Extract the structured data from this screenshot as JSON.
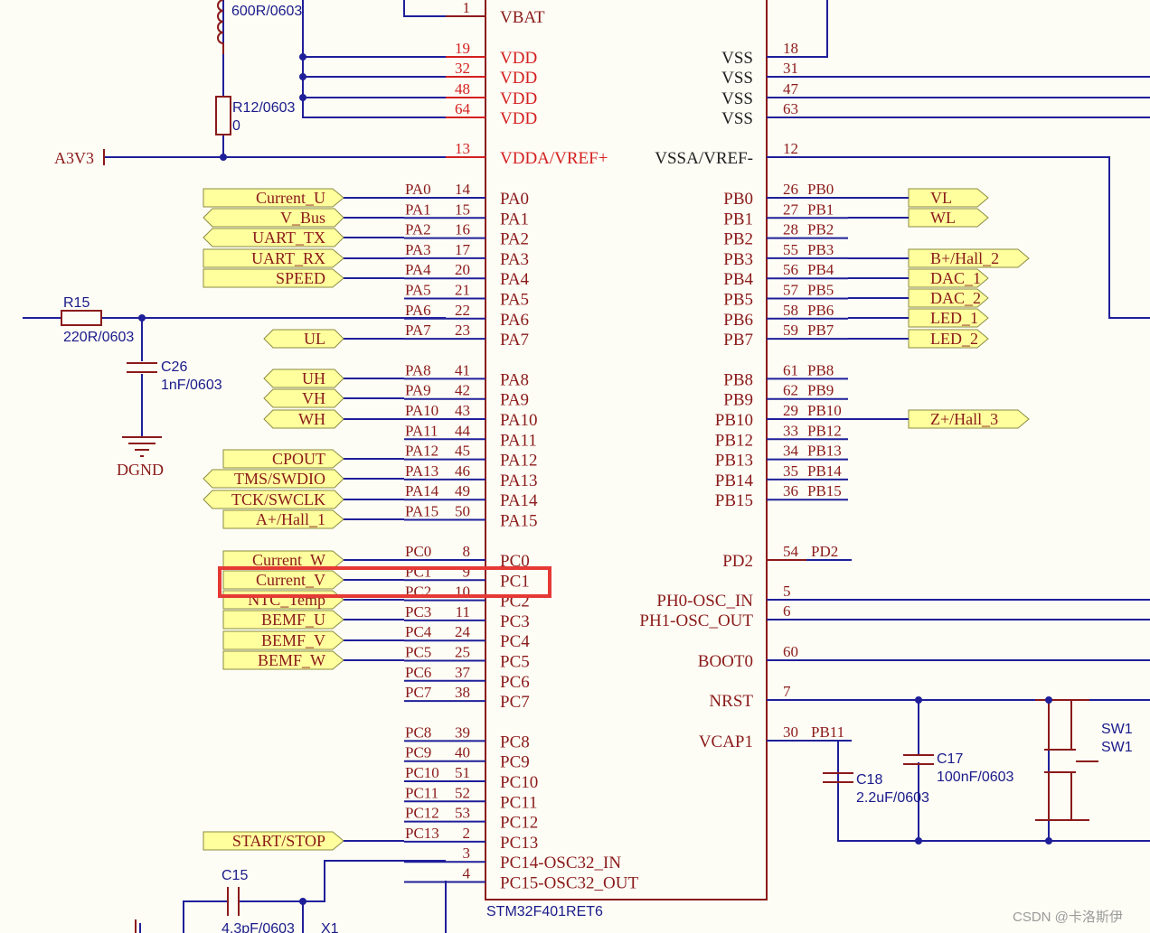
{
  "chip": {
    "name": "STM32F401RET6",
    "power_left": [
      {
        "num": "1",
        "name": "VBAT"
      },
      {
        "num": "19",
        "name": "VDD"
      },
      {
        "num": "32",
        "name": "VDD"
      },
      {
        "num": "48",
        "name": "VDD"
      },
      {
        "num": "64",
        "name": "VDD"
      },
      {
        "num": "13",
        "name": "VDDA/VREF+"
      }
    ],
    "power_right": [
      {
        "num": "18",
        "name": "VSS"
      },
      {
        "num": "31",
        "name": "VSS"
      },
      {
        "num": "47",
        "name": "VSS"
      },
      {
        "num": "63",
        "name": "VSS"
      },
      {
        "num": "12",
        "name": "VSSA/VREF-"
      }
    ],
    "pa_pins": [
      {
        "net": "PA0",
        "num": "14",
        "name": "PA0"
      },
      {
        "net": "PA1",
        "num": "15",
        "name": "PA1"
      },
      {
        "net": "PA2",
        "num": "16",
        "name": "PA2"
      },
      {
        "net": "PA3",
        "num": "17",
        "name": "PA3"
      },
      {
        "net": "PA4",
        "num": "20",
        "name": "PA4"
      },
      {
        "net": "PA5",
        "num": "21",
        "name": "PA5"
      },
      {
        "net": "PA6",
        "num": "22",
        "name": "PA6"
      },
      {
        "net": "PA7",
        "num": "23",
        "name": "PA7"
      },
      {
        "net": "PA8",
        "num": "41",
        "name": "PA8"
      },
      {
        "net": "PA9",
        "num": "42",
        "name": "PA9"
      },
      {
        "net": "PA10",
        "num": "43",
        "name": "PA10"
      },
      {
        "net": "PA11",
        "num": "44",
        "name": "PA11"
      },
      {
        "net": "PA12",
        "num": "45",
        "name": "PA12"
      },
      {
        "net": "PA13",
        "num": "46",
        "name": "PA13"
      },
      {
        "net": "PA14",
        "num": "49",
        "name": "PA14"
      },
      {
        "net": "PA15",
        "num": "50",
        "name": "PA15"
      }
    ],
    "pc_pins": [
      {
        "net": "PC0",
        "num": "8",
        "name": "PC0"
      },
      {
        "net": "PC1",
        "num": "9",
        "name": "PC1"
      },
      {
        "net": "PC2",
        "num": "10",
        "name": "PC2"
      },
      {
        "net": "PC3",
        "num": "11",
        "name": "PC3"
      },
      {
        "net": "PC4",
        "num": "24",
        "name": "PC4"
      },
      {
        "net": "PC5",
        "num": "25",
        "name": "PC5"
      },
      {
        "net": "PC6",
        "num": "37",
        "name": "PC6"
      },
      {
        "net": "PC7",
        "num": "38",
        "name": "PC7"
      },
      {
        "net": "PC8",
        "num": "39",
        "name": "PC8"
      },
      {
        "net": "PC9",
        "num": "40",
        "name": "PC9"
      },
      {
        "net": "PC10",
        "num": "51",
        "name": "PC10"
      },
      {
        "net": "PC11",
        "num": "52",
        "name": "PC11"
      },
      {
        "net": "PC12",
        "num": "53",
        "name": "PC12"
      },
      {
        "net": "PC13",
        "num": "2",
        "name": "PC13"
      },
      {
        "net": "",
        "num": "3",
        "name": "PC14-OSC32_IN"
      },
      {
        "net": "",
        "num": "4",
        "name": "PC15-OSC32_OUT"
      }
    ],
    "pb_pins": [
      {
        "net": "PB0",
        "num": "26",
        "name": "PB0"
      },
      {
        "net": "PB1",
        "num": "27",
        "name": "PB1"
      },
      {
        "net": "PB2",
        "num": "28",
        "name": "PB2"
      },
      {
        "net": "PB3",
        "num": "55",
        "name": "PB3"
      },
      {
        "net": "PB4",
        "num": "56",
        "name": "PB4"
      },
      {
        "net": "PB5",
        "num": "57",
        "name": "PB5"
      },
      {
        "net": "PB6",
        "num": "58",
        "name": "PB6"
      },
      {
        "net": "PB7",
        "num": "59",
        "name": "PB7"
      },
      {
        "net": "PB8",
        "num": "61",
        "name": "PB8"
      },
      {
        "net": "PB9",
        "num": "62",
        "name": "PB9"
      },
      {
        "net": "PB10",
        "num": "29",
        "name": "PB10"
      },
      {
        "net": "PB12",
        "num": "33",
        "name": "PB12"
      },
      {
        "net": "PB13",
        "num": "34",
        "name": "PB13"
      },
      {
        "net": "PB14",
        "num": "35",
        "name": "PB14"
      },
      {
        "net": "PB15",
        "num": "36",
        "name": "PB15"
      }
    ],
    "misc_right": [
      {
        "net": "PD2",
        "num": "54",
        "name": "PD2"
      },
      {
        "net": "",
        "num": "5",
        "name": "PH0-OSC_IN"
      },
      {
        "net": "",
        "num": "6",
        "name": "PH1-OSC_OUT"
      },
      {
        "net": "",
        "num": "60",
        "name": "BOOT0"
      },
      {
        "net": "",
        "num": "7",
        "name": "NRST"
      },
      {
        "net": "PB11",
        "num": "30",
        "name": "VCAP1"
      }
    ]
  },
  "ports_left": [
    "Current_U",
    "V_Bus",
    "UART_TX",
    "UART_RX",
    "SPEED",
    "UL",
    "UH",
    "VH",
    "WH",
    "CPOUT",
    "TMS/SWDIO",
    "TCK/SWCLK",
    "A+/Hall_1",
    "Current_W",
    "Current_V",
    "NTC_Temp",
    "BEMF_U",
    "BEMF_V",
    "BEMF_W",
    "START/STOP"
  ],
  "ports_right": [
    "VL",
    "WL",
    "B+/Hall_2",
    "DAC_1",
    "DAC_2",
    "LED_1",
    "LED_2",
    "Z+/Hall_3"
  ],
  "components": {
    "inductor": "600R/0603",
    "r12_ref": "R12/0603",
    "r12_val": "0",
    "a3v3": "A3V3",
    "r15_ref": "R15",
    "r15_val": "220R/0603",
    "c26_ref": "C26",
    "c26_val": "1nF/0603",
    "dgnd": "DGND",
    "c15_ref": "C15",
    "c15_val": "4.3pF/0603",
    "x1_ref": "X1",
    "c18_ref": "C18",
    "c18_val": "2.2uF/0603",
    "c17_ref": "C17",
    "c17_val": "100nF/0603",
    "sw1_a": "SW1",
    "sw1_b": "SW1"
  },
  "watermark": "CSDN @卡洛斯伊",
  "highlight": {
    "label": "Current_V → PC1",
    "color": "#e53935"
  },
  "colors": {
    "wire": "#1f1f9a",
    "pin": "#8b1a1a",
    "power": "#d42020",
    "port_fill": "#ffff9e"
  }
}
